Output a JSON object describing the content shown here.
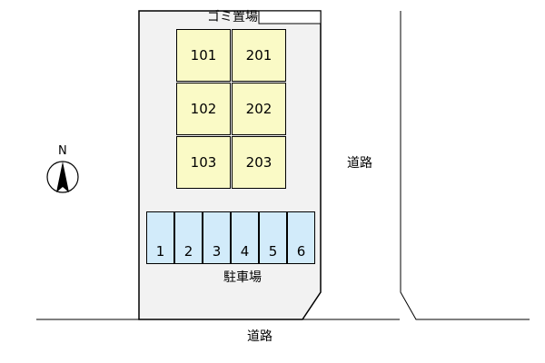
{
  "garbage_area": {
    "label": "ゴミ置場"
  },
  "building": {
    "color": "#fafac6",
    "units": [
      "101",
      "201",
      "102",
      "202",
      "103",
      "203"
    ]
  },
  "parking": {
    "color": "#d2ebfa",
    "label": "駐車場",
    "spaces": [
      "1",
      "2",
      "3",
      "4",
      "5",
      "6"
    ]
  },
  "roads": {
    "east_label": "道路",
    "south_label": "道路"
  },
  "compass": {
    "label": "N",
    "icon": "north-arrow-icon"
  }
}
